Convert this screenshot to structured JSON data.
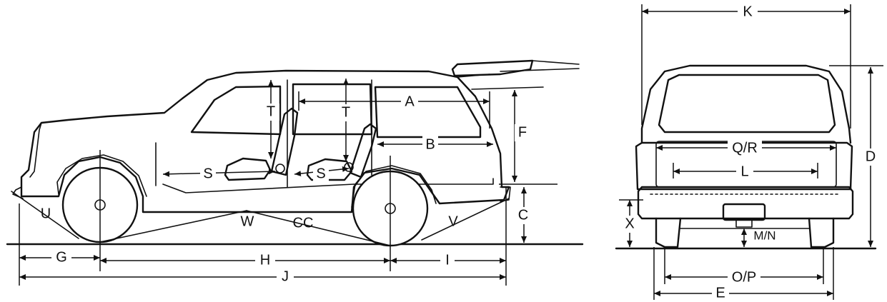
{
  "labels": {
    "A": "A",
    "B": "B",
    "C": "C",
    "CC": "CC",
    "D": "D",
    "E": "E",
    "F": "F",
    "G": "G",
    "H": "H",
    "I": "I",
    "J": "J",
    "K": "K",
    "L": "L",
    "MN": "M/N",
    "OP": "O/P",
    "QR": "Q/R",
    "S": "S",
    "T": "T",
    "U": "U",
    "V": "V",
    "W": "W",
    "X": "X"
  }
}
